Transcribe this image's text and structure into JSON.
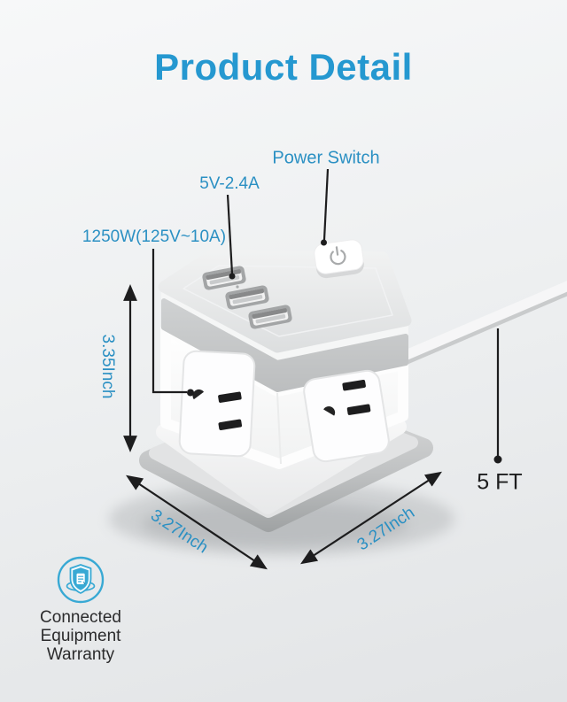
{
  "title": "Product Detail",
  "annotations": {
    "power_switch": "Power Switch",
    "usb_output": "5V-2.4A",
    "outlet_rating": "1250W(125V~10A)",
    "cord_length": "5 FT"
  },
  "dimensions": {
    "height": "3.35Inch",
    "base_left": "3.27Inch",
    "base_right": "3.27Inch"
  },
  "warranty": {
    "lines": [
      "Connected",
      "Equipment",
      "Warranty"
    ]
  },
  "colors": {
    "title_blue": "#2598d0",
    "label_blue": "#2b90c3",
    "annotation_black": "#1d1d1e",
    "warranty_icon_blue": "#38a9d4"
  },
  "icons": {
    "power_button": "power-icon",
    "warranty_badge": "shield-certificate-icon"
  }
}
